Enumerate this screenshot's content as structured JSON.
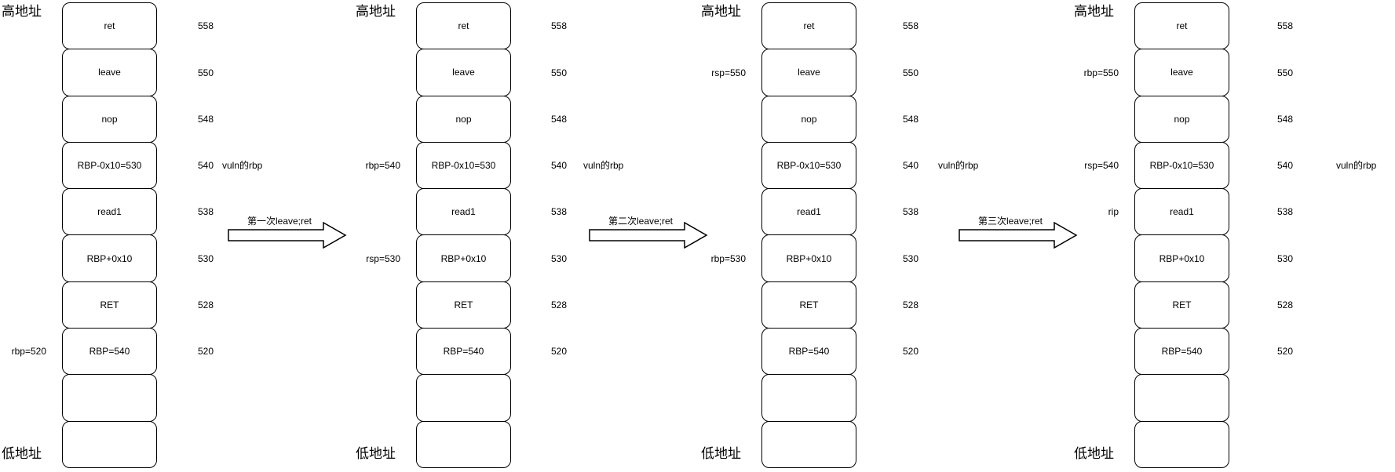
{
  "diagram": {
    "background": "#ffffff",
    "line_color": "#000000",
    "text_color": "#000000"
  },
  "arrows": [
    {
      "label": "第一次leave;ret"
    },
    {
      "label": "第二次leave;ret"
    },
    {
      "label": "第三次leave;ret"
    }
  ],
  "stacks": [
    {
      "high_address": "高地址",
      "low_address": "低地址",
      "cells": [
        "ret",
        "leave",
        "nop",
        "RBP-0x10=530",
        "read1",
        "RBP+0x10",
        "RET",
        "RBP=540",
        "",
        ""
      ],
      "addresses": [
        "558",
        "550",
        "548",
        "540",
        "538",
        "530",
        "528",
        "520"
      ],
      "left_labels": {
        "7": "rbp=520"
      },
      "right_labels": {
        "3": "vuln的rbp"
      }
    },
    {
      "high_address": "高地址",
      "low_address": "低地址",
      "cells": [
        "ret",
        "leave",
        "nop",
        "RBP-0x10=530",
        "read1",
        "RBP+0x10",
        "RET",
        "RBP=540",
        "",
        ""
      ],
      "addresses": [
        "558",
        "550",
        "548",
        "540",
        "538",
        "530",
        "528",
        "520"
      ],
      "left_labels": {
        "3": "rbp=540",
        "5": "rsp=530"
      },
      "right_labels": {
        "3": "vuln的rbp"
      }
    },
    {
      "high_address": "高地址",
      "low_address": "低地址",
      "cells": [
        "ret",
        "leave",
        "nop",
        "RBP-0x10=530",
        "read1",
        "RBP+0x10",
        "RET",
        "RBP=540",
        "",
        ""
      ],
      "addresses": [
        "558",
        "550",
        "548",
        "540",
        "538",
        "530",
        "528",
        "520"
      ],
      "left_labels": {
        "1": "rsp=550",
        "5": "rbp=530"
      },
      "right_labels": {
        "3": "vuln的rbp"
      }
    },
    {
      "high_address": "高地址",
      "low_address": "低地址",
      "cells": [
        "ret",
        "leave",
        "nop",
        "RBP-0x10=530",
        "read1",
        "RBP+0x10",
        "RET",
        "RBP=540",
        "",
        ""
      ],
      "addresses": [
        "558",
        "550",
        "548",
        "540",
        "538",
        "530",
        "528",
        "520"
      ],
      "left_labels": {
        "1": "rbp=550",
        "3": "rsp=540",
        "4": "rip"
      },
      "right_labels": {
        "3": "vuln的rbp"
      }
    }
  ]
}
